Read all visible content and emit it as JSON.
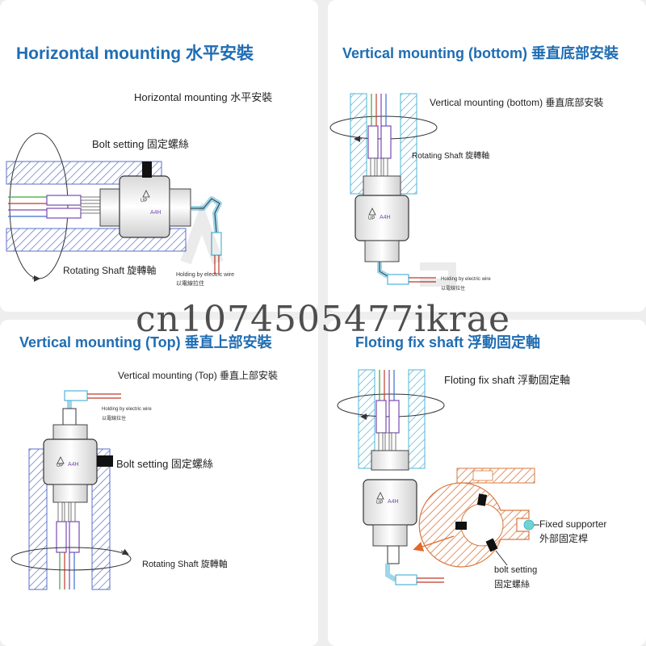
{
  "watermark": "cn1074505477ikrae",
  "panels": {
    "horizontal": {
      "title": "Horizontal mounting  水平安裝",
      "subtitle": "Horizontal mounting  水平安裝",
      "bolt_label": "Bolt setting  固定螺絲",
      "shaft_label": "Rotating Shaft  旋轉軸",
      "wire_label": "Holding by electric wire",
      "wire_label_cn": "以電線拉住",
      "model_label": "A4H",
      "up_label": "UP"
    },
    "vertical_bottom": {
      "title": "Vertical mounting (bottom)  垂直底部安裝",
      "subtitle": "Vertical mounting (bottom)  垂直底部安裝",
      "shaft_label": "Rotating Shaft  旋轉軸",
      "wire_label": "Holding by electric wire",
      "wire_label_cn": "以電線拉住",
      "model_label": "A4H",
      "up_label": "UP"
    },
    "vertical_top": {
      "title": "Vertical mounting (Top)  垂直上部安裝",
      "subtitle": "Vertical mounting (Top)  垂直上部安裝",
      "bolt_label": "Bolt setting  固定螺絲",
      "shaft_label": "Rotating Shaft  旋轉軸",
      "wire_label": "Holding by electric wire",
      "wire_label_cn": "以電線拉住",
      "model_label": "A4H",
      "up_label": "UP"
    },
    "floating": {
      "title": "Floting fix shaft  浮動固定軸",
      "subtitle": "Floting fix shaft  浮動固定軸",
      "fixed_label": "Fixed supporter",
      "fixed_label_cn": "外部固定桿",
      "bolt_label": "bolt setting",
      "bolt_label_cn": "固定螺絲",
      "model_label": "A4H",
      "up_label": "UP"
    }
  },
  "colors": {
    "title": "#1f6db3",
    "hatch_blue": "#5b6fc9",
    "hatch_cyan": "#4fb5d8",
    "hatch_orange": "#d9773c",
    "wire_red": "#c0392b",
    "wire_green": "#3aa63a",
    "wire_purple": "#7b4ab5",
    "wire_blue": "#3b6fd1"
  }
}
